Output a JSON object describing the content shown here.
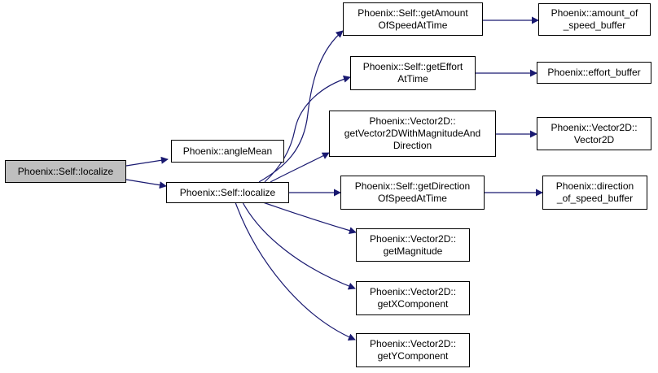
{
  "colors": {
    "edge": "#191970",
    "node_fill": "#ffffff",
    "root_fill": "#bfbfbf",
    "node_border": "#000000"
  },
  "nodes": {
    "caller": {
      "lines": [
        "Phoenix::Self::localize"
      ]
    },
    "angleMean": {
      "lines": [
        "Phoenix::angleMean"
      ]
    },
    "localize": {
      "lines": [
        "Phoenix::Self::localize"
      ]
    },
    "getAmount": {
      "lines": [
        "Phoenix::Self::getAmount",
        "OfSpeedAtTime"
      ]
    },
    "getEffort": {
      "lines": [
        "Phoenix::Self::getEffort",
        "AtTime"
      ]
    },
    "getVector": {
      "lines": [
        "Phoenix::Vector2D::",
        "getVector2DWithMagnitudeAnd",
        "Direction"
      ]
    },
    "getDirection": {
      "lines": [
        "Phoenix::Self::getDirection",
        "OfSpeedAtTime"
      ]
    },
    "getMagnitude": {
      "lines": [
        "Phoenix::Vector2D::",
        "getMagnitude"
      ]
    },
    "getX": {
      "lines": [
        "Phoenix::Vector2D::",
        "getXComponent"
      ]
    },
    "getY": {
      "lines": [
        "Phoenix::Vector2D::",
        "getYComponent"
      ]
    },
    "amountBuffer": {
      "lines": [
        "Phoenix::amount_of",
        "_speed_buffer"
      ]
    },
    "effortBuffer": {
      "lines": [
        "Phoenix::effort_buffer"
      ]
    },
    "vector2D": {
      "lines": [
        "Phoenix::Vector2D::",
        "Vector2D"
      ]
    },
    "directionBuffer": {
      "lines": [
        "Phoenix::direction",
        "_of_speed_buffer"
      ]
    }
  }
}
